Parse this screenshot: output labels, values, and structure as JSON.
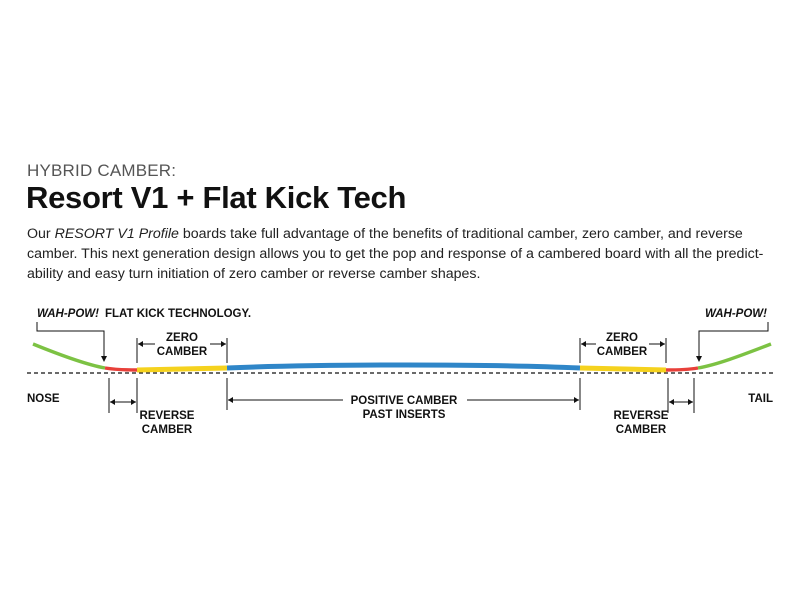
{
  "header": {
    "kicker": "HYBRID CAMBER:",
    "title": "Resort V1 + Flat Kick Tech"
  },
  "description": {
    "prefix": "Our ",
    "emphasis": "RESORT V1 Profile",
    "body_line1": " boards take full advantage of the benefits of traditional camber, zero camber, and reverse",
    "line2": "camber. This next generation design allows you to get the pop and response of a cambered board with all the predict-",
    "line3": "ability and easy turn initiation of zero camber or reverse camber shapes."
  },
  "diagram": {
    "flat_kick_label": {
      "italic": "WAH-POW!",
      "rest": " FLAT KICK TECHNOLOGY."
    },
    "tail_wahpow": "WAH-POW!",
    "nose": "NOSE",
    "tail": "TAIL",
    "zero_camber_left": [
      "ZERO",
      "CAMBER"
    ],
    "zero_camber_right": [
      "ZERO",
      "CAMBER"
    ],
    "reverse_camber_left": [
      "REVERSE",
      "CAMBER"
    ],
    "reverse_camber_right": [
      "REVERSE",
      "CAMBER"
    ],
    "positive_camber": [
      "POSITIVE CAMBER",
      "PAST INSERTS"
    ]
  },
  "colors": {
    "kick": "#7cc243",
    "reverse": "#e8403a",
    "zero": "#f5d21e",
    "positive": "#2f86c8",
    "line": "#111111"
  }
}
